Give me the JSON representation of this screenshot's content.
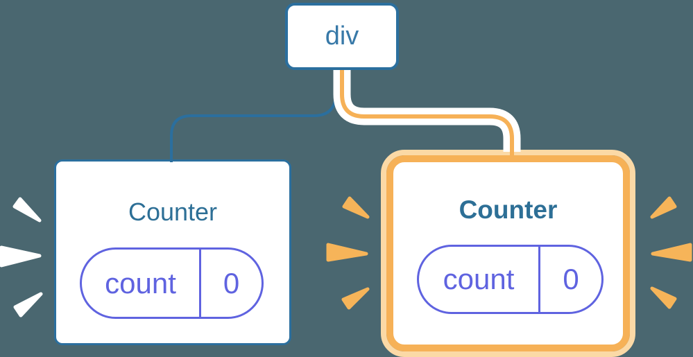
{
  "diagram": {
    "description": "React component tree: a div root with two Counter children; the second Counter and its edge are highlighted in orange, with emphasis bursts around both Counter nodes",
    "root": {
      "label": "div"
    },
    "children": [
      {
        "title": "Counter",
        "state_key": "count",
        "state_value": "0",
        "highlighted": false
      },
      {
        "title": "Counter",
        "state_key": "count",
        "state_value": "0",
        "highlighted": true
      }
    ],
    "colors": {
      "background": "#4a6770",
      "node_blue": "#2b6f9e",
      "title_blue": "#2d6f96",
      "text_blue": "#3879a8",
      "state_purple": "#5f63e0",
      "highlight_orange": "#f6b157",
      "highlight_orange_light": "#fbd9a6",
      "burst_white": "#ffffff",
      "burst_orange": "#f6b459"
    }
  }
}
